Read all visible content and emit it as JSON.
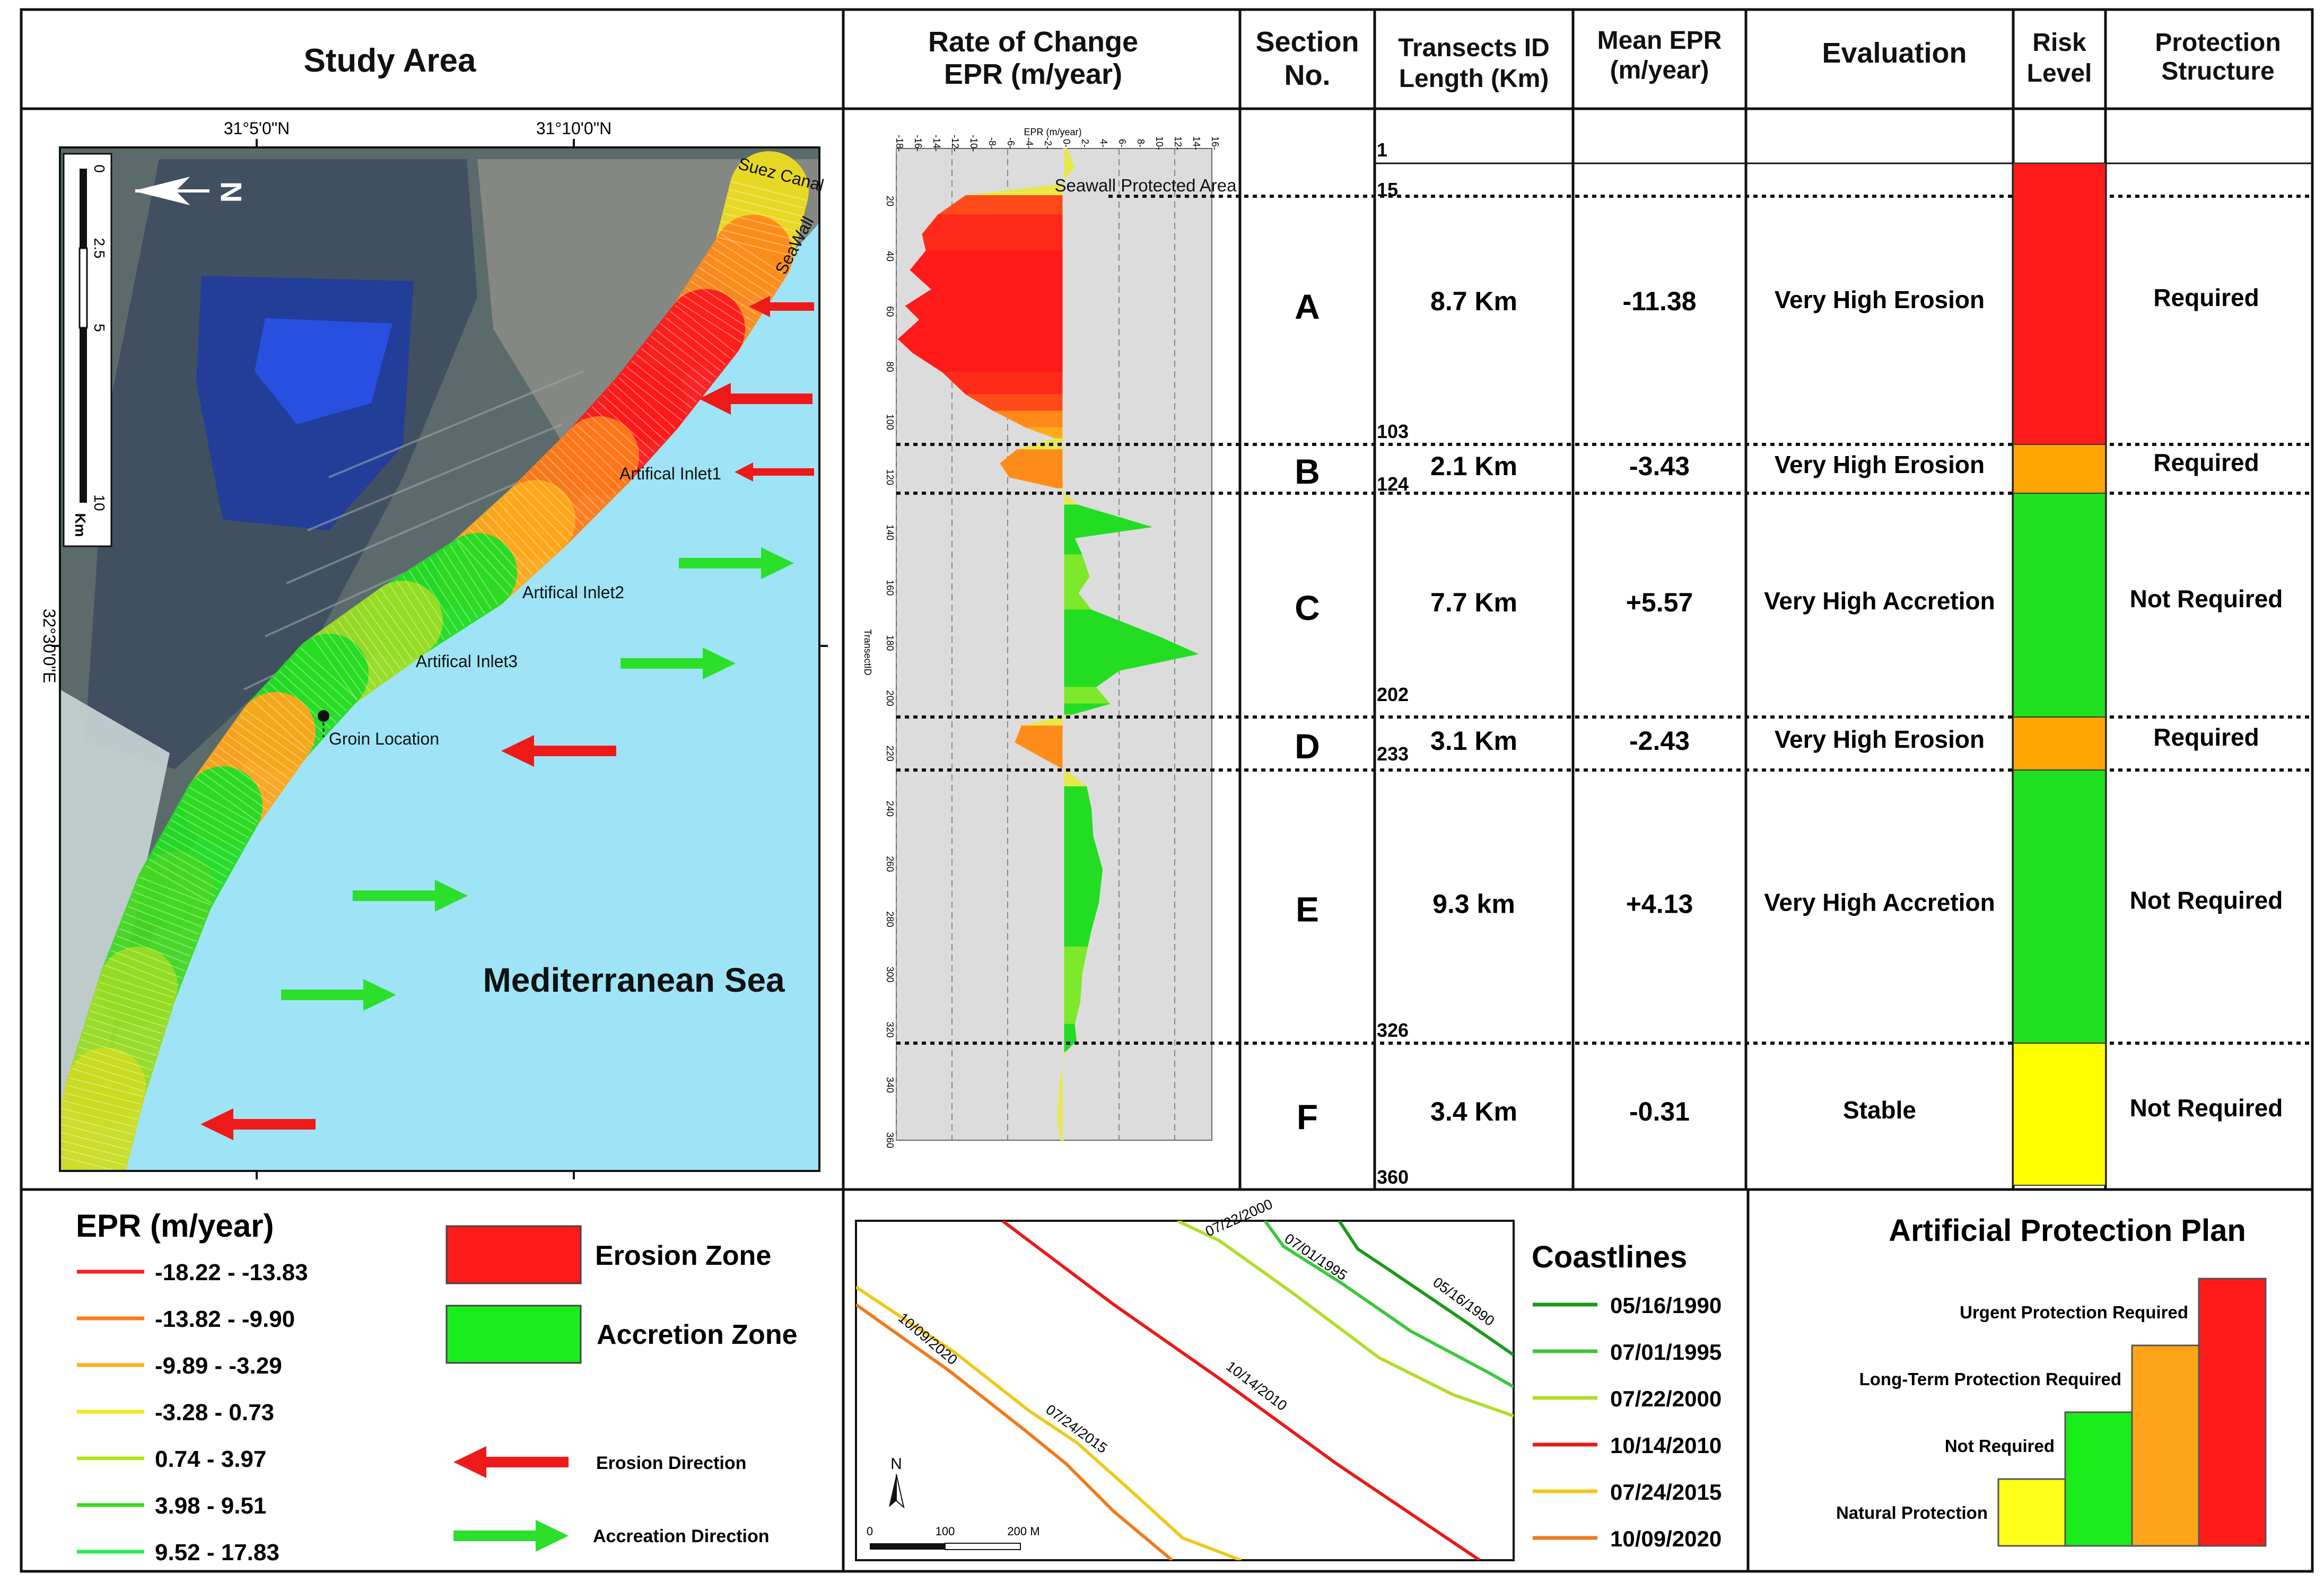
{
  "header": {
    "study_area": "Study Area",
    "rate_line1": "Rate of Change",
    "rate_line2": "EPR (m/year)",
    "section_line1": "Section",
    "section_line2": "No.",
    "transects_line1": "Transects ID",
    "transects_line2": "Length (Km)",
    "mean_line1": "Mean EPR",
    "mean_line2": "(m/year)",
    "evaluation": "Evaluation",
    "risk_line1": "Risk",
    "risk_line2": "Level",
    "protection_line1": "Protection",
    "protection_line2": "Structure"
  },
  "map": {
    "lat_label_1": "31°5'0\"N",
    "lat_label_2": "31°10'0\"N",
    "lon_label": "32°30'0\"E",
    "scale_ticks": [
      "0",
      "2.5",
      "5",
      "10"
    ],
    "scale_unit": "Km",
    "north": "N",
    "suez_canal": "Suez Canal",
    "seawall": "SeaWall",
    "inlet1": "Artifical Inlet1",
    "inlet2": "Artifical Inlet2",
    "inlet3": "Artifical Inlet3",
    "groin": "Groin Location",
    "sea": "Mediterranean Sea",
    "colors": {
      "sea": "#9ee4f6",
      "land": "#5a6a6c",
      "erosion": "#ff1a1a",
      "accretion": "#22dd22"
    }
  },
  "chart_data": {
    "type": "area",
    "title": "EPR (m/year)",
    "xlabel": "EPR (m/year)",
    "ylabel": "TransectID",
    "xlim": [
      -18,
      16
    ],
    "ylim": [
      1,
      360
    ],
    "x_ticks": [
      "-18-",
      "-16-",
      "-14-",
      "-12-",
      "-10-",
      "-8-",
      "-6-",
      "-4-",
      "-2-",
      "0-",
      "2-",
      "4-",
      "6-",
      "8-",
      "10-",
      "12-",
      "14-",
      "16-"
    ],
    "y_ticks": [
      "20",
      "40",
      "60",
      "80",
      "100",
      "120",
      "140",
      "160",
      "180",
      "200",
      "220",
      "240",
      "260",
      "280",
      "300",
      "320",
      "340",
      "360"
    ],
    "annotation": "Seawall Protected Area",
    "profile": [
      {
        "t": 1,
        "epr": 0.4,
        "color": "#e8e84a"
      },
      {
        "t": 8,
        "epr": 1.2,
        "color": "#e8e84a"
      },
      {
        "t": 14,
        "epr": -0.4,
        "color": "#e8e84a"
      },
      {
        "t": 18,
        "epr": -10.5,
        "color": "#ff4a1a"
      },
      {
        "t": 25,
        "epr": -13.5,
        "color": "#ff2a1a"
      },
      {
        "t": 32,
        "epr": -15.2,
        "color": "#ff2a1a"
      },
      {
        "t": 38,
        "epr": -14.8,
        "color": "#ff1a1a"
      },
      {
        "t": 45,
        "epr": -16.5,
        "color": "#ff1a1a"
      },
      {
        "t": 52,
        "epr": -14.2,
        "color": "#ff1a1a"
      },
      {
        "t": 58,
        "epr": -17.0,
        "color": "#ff1a1a"
      },
      {
        "t": 63,
        "epr": -15.5,
        "color": "#ff1a1a"
      },
      {
        "t": 70,
        "epr": -17.8,
        "color": "#ff1a1a"
      },
      {
        "t": 75,
        "epr": -16.2,
        "color": "#ff1a1a"
      },
      {
        "t": 82,
        "epr": -13.0,
        "color": "#ff2a1a"
      },
      {
        "t": 90,
        "epr": -10.5,
        "color": "#ff4a1a"
      },
      {
        "t": 96,
        "epr": -7.5,
        "color": "#ff8a1a"
      },
      {
        "t": 102,
        "epr": -4.0,
        "color": "#ffaa1a"
      },
      {
        "t": 106,
        "epr": -0.8,
        "color": "#e8e84a"
      },
      {
        "t": 110,
        "epr": -5.0,
        "color": "#ff8c1a"
      },
      {
        "t": 115,
        "epr": -6.8,
        "color": "#ff8c1a"
      },
      {
        "t": 120,
        "epr": -5.8,
        "color": "#ff8c1a"
      },
      {
        "t": 124,
        "epr": -0.5,
        "color": "#e8e84a"
      },
      {
        "t": 130,
        "epr": 1.5,
        "color": "#22dd22"
      },
      {
        "t": 138,
        "epr": 9.5,
        "color": "#22dd22"
      },
      {
        "t": 142,
        "epr": 1.2,
        "color": "#22dd22"
      },
      {
        "t": 148,
        "epr": 2.0,
        "color": "#7ee82a"
      },
      {
        "t": 156,
        "epr": 2.8,
        "color": "#7ee82a"
      },
      {
        "t": 162,
        "epr": 1.6,
        "color": "#7ee82a"
      },
      {
        "t": 168,
        "epr": 3.0,
        "color": "#22dd22"
      },
      {
        "t": 178,
        "epr": 10.5,
        "color": "#22dd22"
      },
      {
        "t": 184,
        "epr": 14.5,
        "color": "#22dd22"
      },
      {
        "t": 190,
        "epr": 6.0,
        "color": "#22dd22"
      },
      {
        "t": 196,
        "epr": 3.5,
        "color": "#7ee82a"
      },
      {
        "t": 202,
        "epr": 5.0,
        "color": "#22dd22"
      },
      {
        "t": 206,
        "epr": 0.8,
        "color": "#e8e84a"
      },
      {
        "t": 210,
        "epr": -4.5,
        "color": "#ff8c1a"
      },
      {
        "t": 216,
        "epr": -5.2,
        "color": "#ff8c1a"
      },
      {
        "t": 222,
        "epr": -2.0,
        "color": "#ff8c1a"
      },
      {
        "t": 226,
        "epr": 0.2,
        "color": "#e8e84a"
      },
      {
        "t": 232,
        "epr": 2.5,
        "color": "#22dd22"
      },
      {
        "t": 240,
        "epr": 3.0,
        "color": "#22dd22"
      },
      {
        "t": 250,
        "epr": 3.2,
        "color": "#22dd22"
      },
      {
        "t": 262,
        "epr": 4.2,
        "color": "#22dd22"
      },
      {
        "t": 274,
        "epr": 3.8,
        "color": "#22dd22"
      },
      {
        "t": 284,
        "epr": 3.0,
        "color": "#22dd22"
      },
      {
        "t": 290,
        "epr": 2.6,
        "color": "#7ee82a"
      },
      {
        "t": 300,
        "epr": 2.0,
        "color": "#7ee82a"
      },
      {
        "t": 310,
        "epr": 1.8,
        "color": "#7ee82a"
      },
      {
        "t": 318,
        "epr": 1.2,
        "color": "#22dd22"
      },
      {
        "t": 324,
        "epr": 1.4,
        "color": "#22dd22"
      },
      {
        "t": 328,
        "epr": 0.2,
        "color": "#e8e84a"
      },
      {
        "t": 340,
        "epr": -0.4,
        "color": "#e8e84a"
      },
      {
        "t": 352,
        "epr": -0.6,
        "color": "#e8e84a"
      },
      {
        "t": 360,
        "epr": -0.3,
        "color": "#e8e84a"
      }
    ]
  },
  "sections": [
    {
      "id": "A",
      "start": "15",
      "end": "103",
      "length": "8.7 Km",
      "mean": "-11.38",
      "evaluation": "Very High Erosion",
      "risk_color": "#ff1a1a",
      "protection": "Required"
    },
    {
      "id": "B",
      "start": "103",
      "end": "124",
      "length": "2.1 Km",
      "mean": "-3.43",
      "evaluation": "Very High Erosion",
      "risk_color": "#ffa500",
      "protection": "Required"
    },
    {
      "id": "C",
      "start": "124",
      "end": "202",
      "length": "7.7 Km",
      "mean": "+5.57",
      "evaluation": "Very High Accretion",
      "risk_color": "#1fe01f",
      "protection": "Not Required"
    },
    {
      "id": "D",
      "start": "202",
      "end": "233",
      "length": "3.1 Km",
      "mean": "-2.43",
      "evaluation": "Very High Erosion",
      "risk_color": "#ffa500",
      "protection": "Required"
    },
    {
      "id": "E",
      "start": "233",
      "end": "326",
      "length": "9.3 km",
      "mean": "+4.13",
      "evaluation": "Very High Accretion",
      "risk_color": "#1fe01f",
      "protection": "Not Required"
    },
    {
      "id": "F",
      "start": "326",
      "end": "360",
      "length": "3.4 Km",
      "mean": "-0.31",
      "evaluation": "Stable",
      "risk_color": "#ffff00",
      "protection": "Not Required"
    }
  ],
  "first_transect": "1",
  "epr_legend": {
    "title": "EPR  (m/year)",
    "items": [
      {
        "label": "-18.22 - -13.83",
        "color": "#ff1a1a"
      },
      {
        "label": "-13.82 - -9.90",
        "color": "#ff7a1a"
      },
      {
        "label": "-9.89 - -3.29",
        "color": "#ffb01a"
      },
      {
        "label": "-3.28 - 0.73",
        "color": "#f4e81a"
      },
      {
        "label": "0.74 - 3.97",
        "color": "#b8e01a"
      },
      {
        "label": "3.98 - 9.51",
        "color": "#3ed91a"
      },
      {
        "label": "9.52 - 17.83",
        "color": "#22ee55"
      }
    ]
  },
  "zone_legend": {
    "erosion_zone": "Erosion Zone",
    "accretion_zone": "Accretion Zone",
    "erosion_direction": "Erosion Direction",
    "accretion_direction": "Accreation Direction"
  },
  "inset": {
    "north": "N",
    "scale_0": "0",
    "scale_100": "100",
    "scale_200": "200 M",
    "labels": [
      "05/16/1990",
      "07/01/1995",
      "07/22/2000",
      "10/14/2010",
      "07/24/2015",
      "10/09/2020"
    ]
  },
  "coastlines": {
    "title": "Coastlines",
    "items": [
      {
        "label": "05/16/1990",
        "color": "#1a9a1a"
      },
      {
        "label": "07/01/1995",
        "color": "#3cc83c"
      },
      {
        "label": "07/22/2000",
        "color": "#b4dc2a"
      },
      {
        "label": "10/14/2010",
        "color": "#e81a1a"
      },
      {
        "label": "07/24/2015",
        "color": "#f0c81a"
      },
      {
        "label": "10/09/2020",
        "color": "#f07a1a"
      }
    ]
  },
  "plan": {
    "title": "Artificial Protection Plan",
    "levels": [
      {
        "label": "Natural Protection",
        "color": "#ffff1a",
        "level": 1
      },
      {
        "label": "Not Required",
        "color": "#1aee1a",
        "level": 2
      },
      {
        "label": "Long-Term Protection Required",
        "color": "#ffa51a",
        "level": 3
      },
      {
        "label": "Urgent Protection Required",
        "color": "#ff1a1a",
        "level": 4
      }
    ]
  }
}
